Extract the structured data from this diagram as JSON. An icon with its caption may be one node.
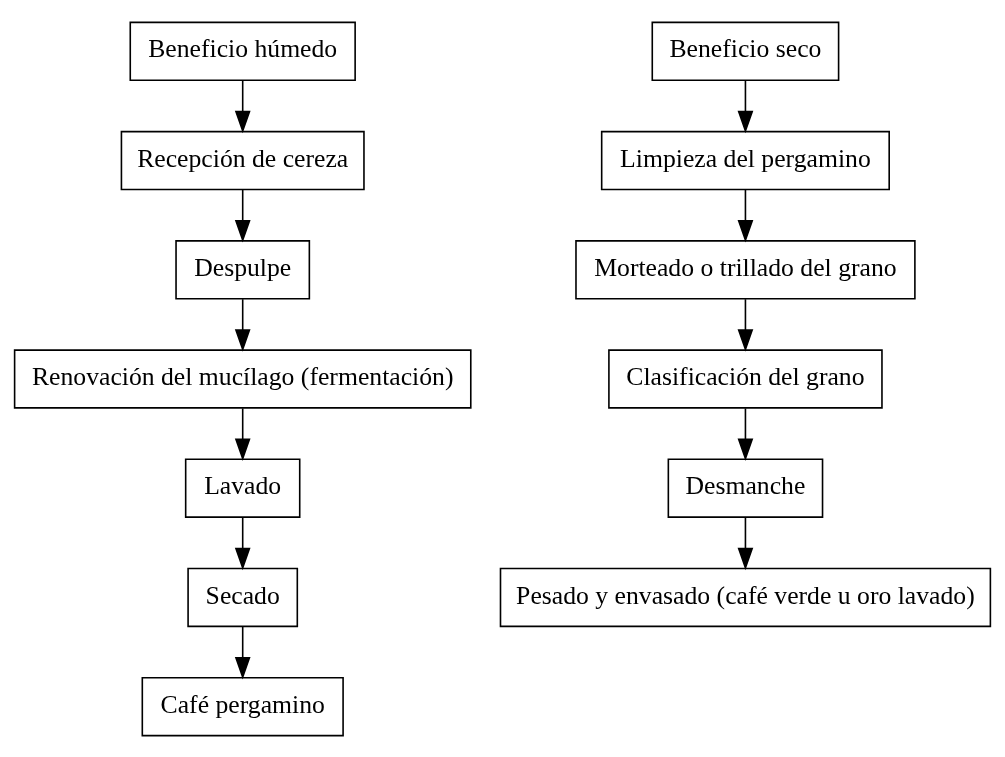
{
  "diagram": {
    "nodes": [
      {
        "text": [
          "Beneficio húmedo"
        ]
      },
      {
        "text": [
          "Recepción de cereza"
        ]
      },
      {
        "text": [
          "Despulpe"
        ]
      },
      {
        "text": [
          "Renovación del mucílago (fermentación)"
        ]
      },
      {
        "text": [
          "Lavado"
        ]
      },
      {
        "text": [
          "Secado"
        ]
      },
      {
        "text": [
          "Café pergamino"
        ]
      },
      {
        "text": [
          "Beneficio seco"
        ]
      },
      {
        "text": [
          "Limpieza del pergamino"
        ]
      },
      {
        "text": [
          "Morteado o trillado del grano"
        ]
      },
      {
        "text": [
          "Clasificación del grano"
        ]
      },
      {
        "text": [
          "Desmanche"
        ]
      },
      {
        "text": [
          "Pesado y envasado (café verde u oro lavado)"
        ]
      }
    ],
    "edges": [
      {
        "from": 0,
        "to": 1,
        "arrow": "to"
      },
      {
        "from": 1,
        "to": 2,
        "arrow": "to"
      },
      {
        "from": 2,
        "to": 3,
        "arrow": "to"
      },
      {
        "from": 3,
        "to": 4,
        "arrow": "to"
      },
      {
        "from": 4,
        "to": 5,
        "arrow": "to"
      },
      {
        "from": 5,
        "to": 6,
        "arrow": "to"
      },
      {
        "from": 7,
        "to": 8,
        "arrow": "to"
      },
      {
        "from": 8,
        "to": 9,
        "arrow": "to"
      },
      {
        "from": 9,
        "to": 10,
        "arrow": "to"
      },
      {
        "from": 10,
        "to": 11,
        "arrow": "to"
      },
      {
        "from": 11,
        "to": 12,
        "arrow": "to"
      }
    ]
  }
}
